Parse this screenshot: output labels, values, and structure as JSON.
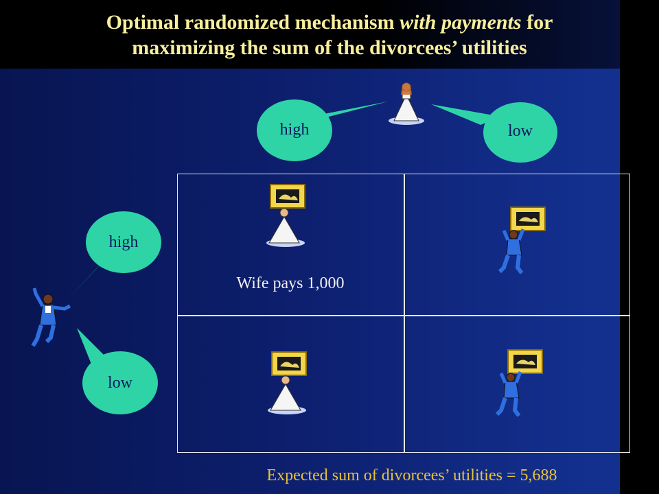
{
  "title": {
    "part1": "Optimal randomized mechanism ",
    "emphasis": "with payments",
    "part2": " for",
    "line2": "maximizing the sum of the divorcees’ utilities"
  },
  "wife_bubbles": {
    "left": "high",
    "right": "low"
  },
  "husband_bubbles": {
    "top": "high",
    "bottom": "low"
  },
  "cells": {
    "top_left_text": "Wife pays 1,000"
  },
  "footer": "Expected sum of divorcees’ utilities = 5,688",
  "colors": {
    "bubble": "#2ed3a6",
    "title": "#f7ef9c",
    "footer": "#e8c33a",
    "background": "#0d1f6e"
  }
}
